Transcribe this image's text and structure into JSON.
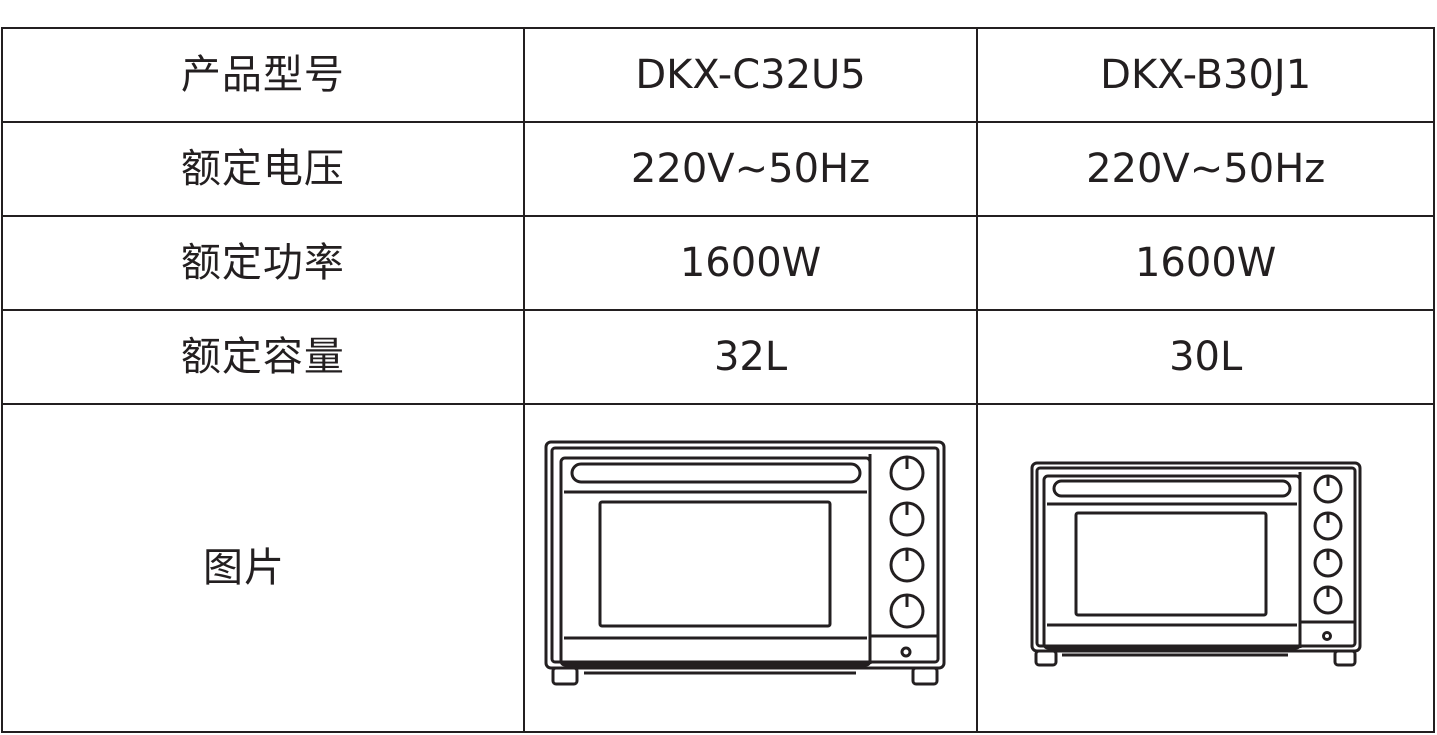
{
  "table": {
    "rows": [
      {
        "label": "产品型号",
        "col_a": "DKX-C32U5",
        "col_b": "DKX-B30J1"
      },
      {
        "label": "额定电压",
        "col_a": "220V~50Hz",
        "col_b": "220V~50Hz"
      },
      {
        "label": "额定功率",
        "col_a": "1600W",
        "col_b": "1600W"
      },
      {
        "label": "额定容量",
        "col_a": "32L",
        "col_b": "30L"
      }
    ],
    "image_row_label": "图片",
    "images": {
      "col_a": "oven-illustration",
      "col_b": "oven-illustration"
    }
  },
  "colors": {
    "line": "#231f20",
    "background": "#ffffff"
  }
}
